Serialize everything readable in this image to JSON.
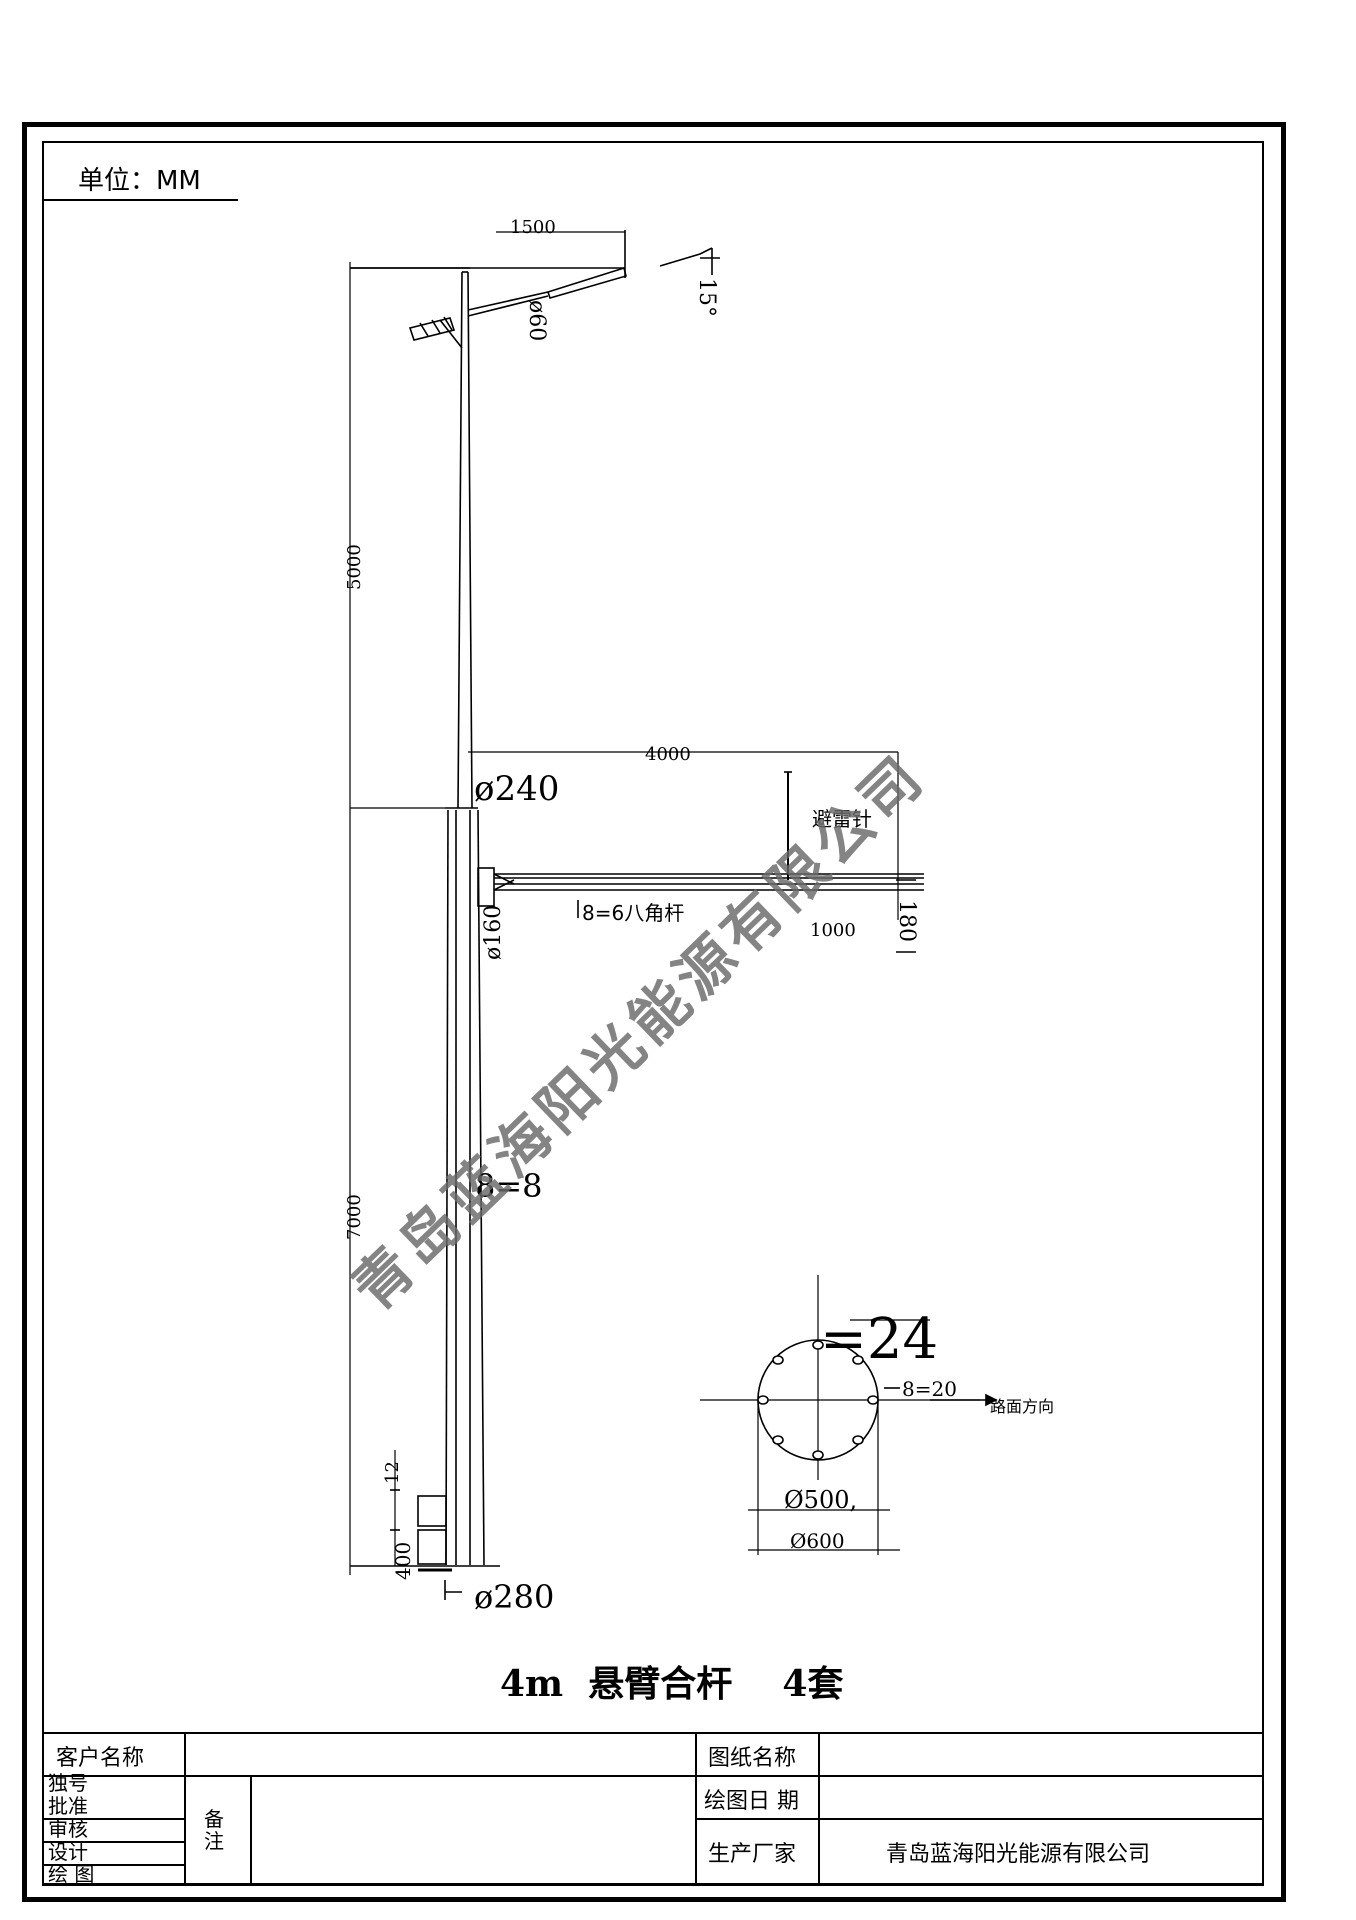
{
  "unit": {
    "label": "单位：MM"
  },
  "drawing": {
    "dims": {
      "arm_top_length": "1500",
      "arm_top_dia": "ø60",
      "angle": "15°",
      "upper_height": "5000",
      "arm_length": "4000",
      "joint_dia": "ø240",
      "lightning_rod": "避雷针",
      "arm_spec": "8=6八角杆",
      "arm_dia": "ø160",
      "rod_length": "1000",
      "rod_dim": "180",
      "lower_height": "7000",
      "lower_thickness": "8=8",
      "base_height": "400",
      "base_small": "12",
      "base_dia": "ø280"
    },
    "flange": {
      "thickness": "=24",
      "bolt_spec": "8=20",
      "road_dir": "路面方向",
      "inner_dia": "Ø500,",
      "outer_dia": "Ø600"
    }
  },
  "watermark": "青岛蓝海阳光能源有限公司",
  "title": "4m  悬臂合杆    4套",
  "titleblock": {
    "client_label": "客户名称",
    "client_value": "",
    "drawing_name_label": "图纸名称",
    "drawing_name_value": "",
    "draw_date_label": "绘图日  期",
    "draw_date_value": "",
    "manufacturer_label": "生产厂家",
    "manufacturer_value": "青岛蓝海阳光能源有限公司",
    "sign_rows": [
      "独号",
      "批准",
      "审核",
      "设计",
      "绘  图"
    ],
    "remarks_label": "备注"
  }
}
